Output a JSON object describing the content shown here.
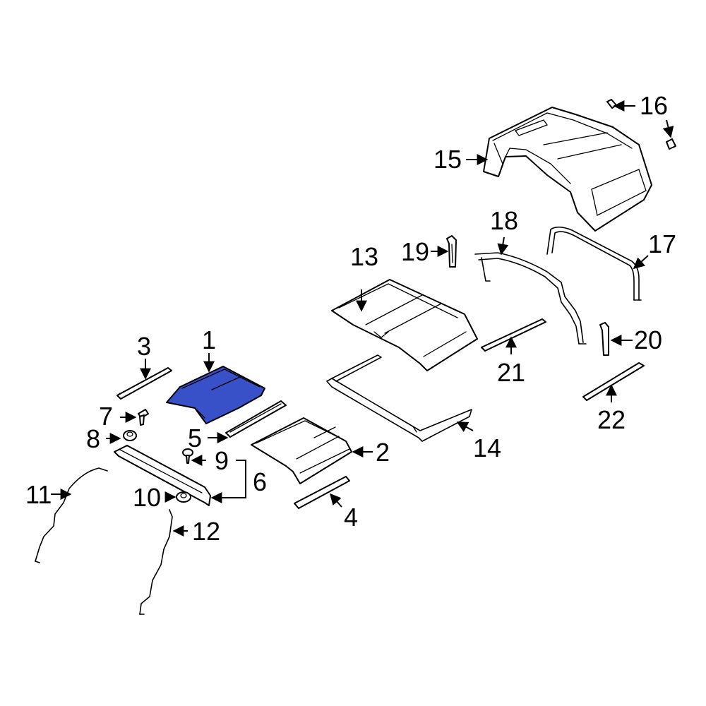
{
  "colors": {
    "highlight": "#3850c8",
    "line": "#000000",
    "background": "#ffffff"
  },
  "callouts": {
    "c1": "1",
    "c2": "2",
    "c3": "3",
    "c4": "4",
    "c5": "5",
    "c6": "6",
    "c7": "7",
    "c8": "8",
    "c9": "9",
    "c10": "10",
    "c11": "11",
    "c12": "12",
    "c13": "13",
    "c14": "14",
    "c15": "15",
    "c16": "16",
    "c17": "17",
    "c18": "18",
    "c19": "19",
    "c20": "20",
    "c21": "21",
    "c22": "22"
  },
  "highlighted_part": "1"
}
